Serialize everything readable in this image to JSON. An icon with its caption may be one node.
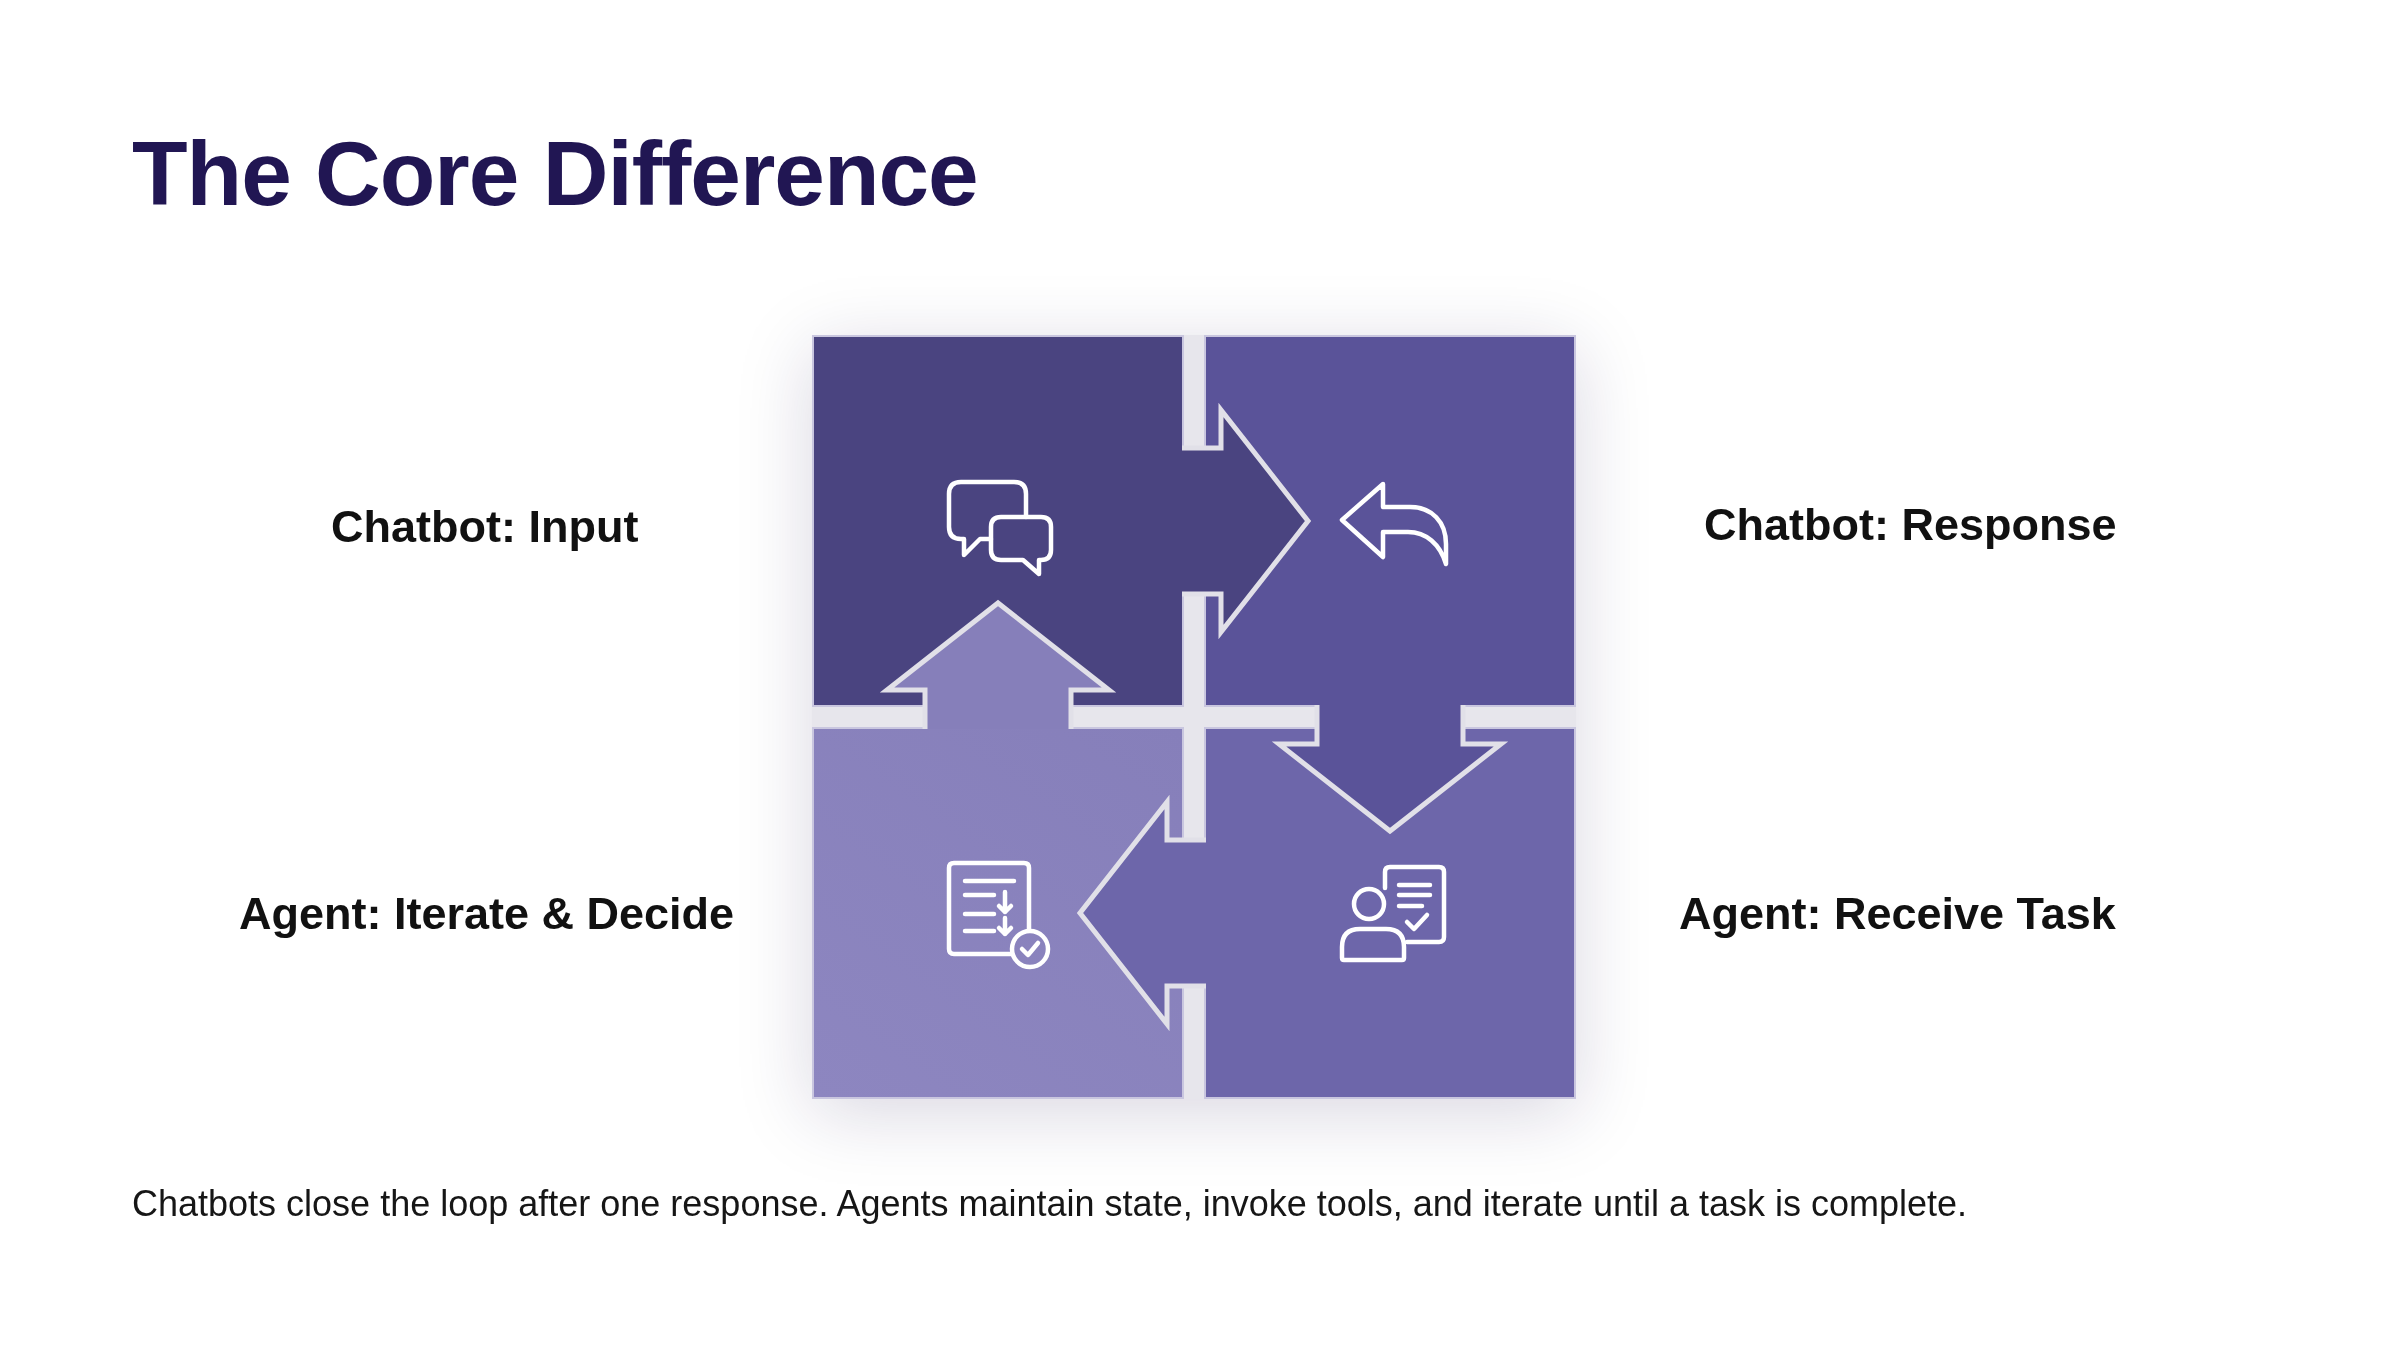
{
  "diagram": {
    "title": "The Core Difference",
    "caption": "Chatbots close the loop after one response. Agents maintain state, invoke tools, and iterate until a task is complete.",
    "nodes": [
      {
        "text": [],
        "shape": "box",
        "beside": [
          "Chatbot: Input"
        ]
      },
      {
        "text": [],
        "shape": "box",
        "beside": [
          "Chatbot: Response"
        ]
      },
      {
        "text": [],
        "shape": "box",
        "beside": [
          "Agent: Iterate & Decide"
        ]
      },
      {
        "text": [],
        "shape": "box",
        "beside": [
          "Agent: Receive Task"
        ]
      }
    ],
    "edges": [
      {
        "from": 0,
        "to": 1,
        "arrow": "to"
      },
      {
        "from": 1,
        "to": 3,
        "arrow": "to"
      },
      {
        "from": 3,
        "to": 2,
        "arrow": "to"
      },
      {
        "from": 2,
        "to": 0,
        "arrow": "to"
      }
    ]
  }
}
